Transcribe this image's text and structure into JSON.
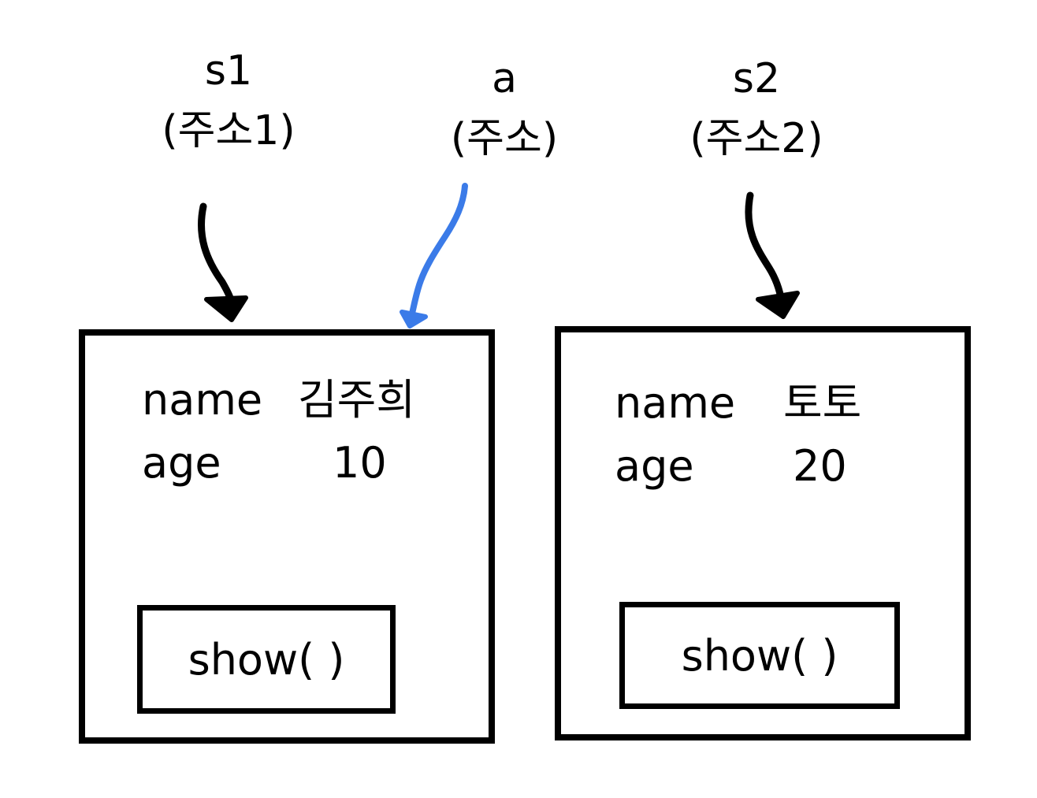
{
  "references": [
    {
      "id": "s1",
      "name": "s1",
      "address": "(주소1)",
      "color": "#000000"
    },
    {
      "id": "a",
      "name": "a",
      "address": "(주소)",
      "color": "#3b7be8"
    },
    {
      "id": "s2",
      "name": "s2",
      "address": "(주소2)",
      "color": "#000000"
    }
  ],
  "objects": [
    {
      "fields": [
        {
          "key": "name",
          "value": "김주희"
        },
        {
          "key": "age",
          "value": "10"
        }
      ],
      "method": "show( )"
    },
    {
      "fields": [
        {
          "key": "name",
          "value": "토토"
        },
        {
          "key": "age",
          "value": "20"
        }
      ],
      "method": "show( )"
    }
  ]
}
